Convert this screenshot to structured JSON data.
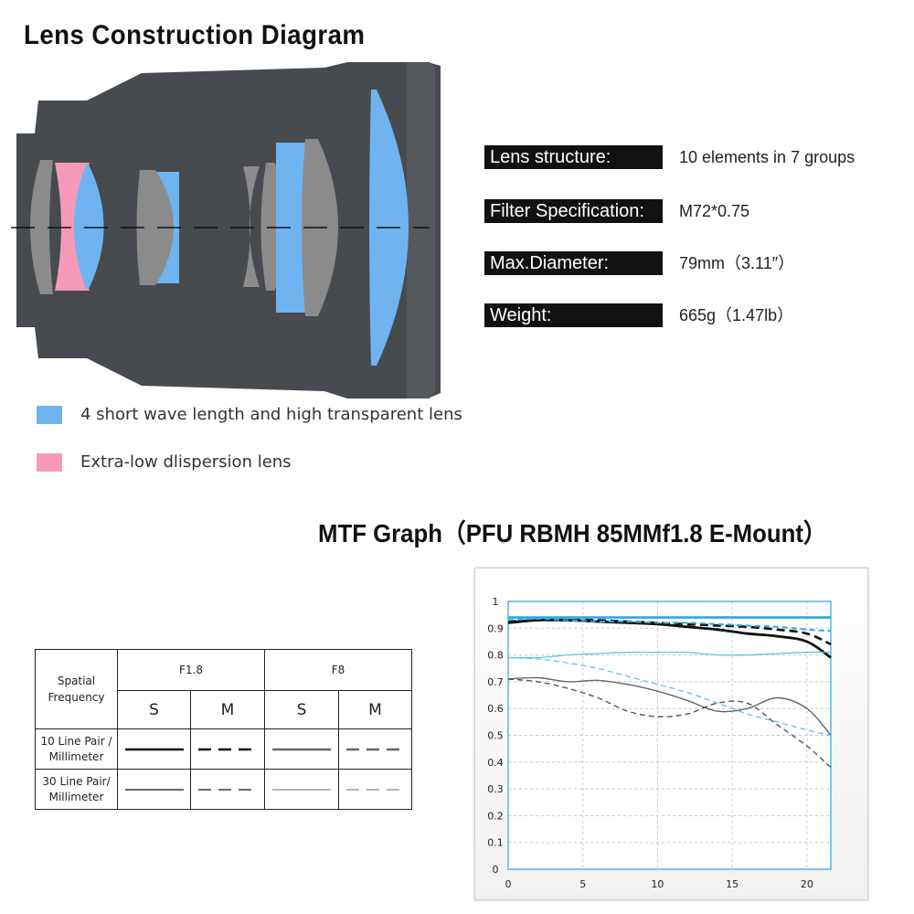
{
  "diagram": {
    "title": "Lens Construction Diagram",
    "colors": {
      "barrel": "#474a4e",
      "barrel_light": "#55585c",
      "lens_gray": "#8b8b8b",
      "lens_blue": "#6fb4f0",
      "lens_pink": "#f49ab8"
    }
  },
  "legend": [
    {
      "swatch_color": "#6fb4f0",
      "text": "4 short wave length and high transparent lens"
    },
    {
      "swatch_color": "#f49ab8",
      "text": "Extra-low dlispersion lens"
    }
  ],
  "specs": [
    {
      "label": "Lens structure:",
      "value": "10 elements in 7 groups"
    },
    {
      "label": "Filter Specification:",
      "value": "M72*0.75"
    },
    {
      "label": "Max.Diameter:",
      "value": "79mm（3.11″）"
    },
    {
      "label": "Weight:",
      "value": "665g（1.47lb）"
    }
  ],
  "mtf_title": "MTF Graph（PFU RBMH 85MMf1.8  E-Mount）",
  "key_table": {
    "header": "Spatial Frequency",
    "apertures": [
      "F1.8",
      "F8"
    ],
    "columns": [
      "S",
      "M",
      "S",
      "M"
    ],
    "rows": [
      "10 Line Pair / Millimeter",
      "30 Line Pair/ Millimeter"
    ]
  },
  "chart_data": {
    "type": "line",
    "title": "",
    "xlabel": "",
    "ylabel": "",
    "xlim": [
      0,
      21.6
    ],
    "ylim": [
      0,
      1
    ],
    "xticks": [
      0,
      5,
      10,
      15,
      20
    ],
    "yticks": [
      0,
      0.1,
      0.2,
      0.3,
      0.4,
      0.5,
      0.6,
      0.7,
      0.8,
      0.9,
      1
    ],
    "ytick_labels": [
      "0",
      "0.1",
      "0.2",
      "0.3",
      "0.4",
      "0.5",
      "0.6",
      "0.7",
      "0.8",
      "0.9",
      "1"
    ],
    "grid": true,
    "x": [
      0,
      2,
      4,
      6,
      8,
      10,
      12,
      14,
      16,
      18,
      20,
      21.6
    ],
    "series": [
      {
        "color": "#111111",
        "dash": "solid",
        "width": 2.8,
        "values": [
          0.92,
          0.93,
          0.93,
          0.925,
          0.92,
          0.915,
          0.905,
          0.895,
          0.88,
          0.87,
          0.85,
          0.79
        ]
      },
      {
        "color": "#111111",
        "dash": "dashed",
        "width": 2.6,
        "values": [
          0.925,
          0.93,
          0.93,
          0.93,
          0.925,
          0.92,
          0.915,
          0.91,
          0.905,
          0.895,
          0.88,
          0.84
        ]
      },
      {
        "color": "#2aa7e0",
        "dash": "solid",
        "width": 2.6,
        "values": [
          0.94,
          0.94,
          0.94,
          0.94,
          0.94,
          0.94,
          0.94,
          0.94,
          0.94,
          0.94,
          0.94,
          0.94
        ]
      },
      {
        "color": "#2aa7e0",
        "dash": "dashed",
        "width": 2.0,
        "values": [
          0.93,
          0.935,
          0.93,
          0.925,
          0.925,
          0.92,
          0.92,
          0.915,
          0.91,
          0.905,
          0.895,
          0.89
        ]
      },
      {
        "color": "#666666",
        "dash": "solid",
        "width": 1.4,
        "values": [
          0.71,
          0.715,
          0.7,
          0.705,
          0.69,
          0.665,
          0.63,
          0.59,
          0.6,
          0.64,
          0.6,
          0.5
        ]
      },
      {
        "color": "#555555",
        "dash": "dashed",
        "width": 1.4,
        "values": [
          0.71,
          0.7,
          0.675,
          0.64,
          0.59,
          0.57,
          0.58,
          0.62,
          0.62,
          0.54,
          0.46,
          0.38
        ]
      },
      {
        "color": "#5ec3e6",
        "dash": "solid",
        "width": 1.3,
        "values": [
          0.79,
          0.79,
          0.8,
          0.805,
          0.81,
          0.81,
          0.81,
          0.8,
          0.8,
          0.805,
          0.81,
          0.81
        ]
      },
      {
        "color": "#5ec3e6",
        "dash": "dashed",
        "width": 1.3,
        "values": [
          0.79,
          0.785,
          0.77,
          0.75,
          0.72,
          0.69,
          0.66,
          0.62,
          0.58,
          0.55,
          0.52,
          0.5
        ]
      }
    ]
  }
}
